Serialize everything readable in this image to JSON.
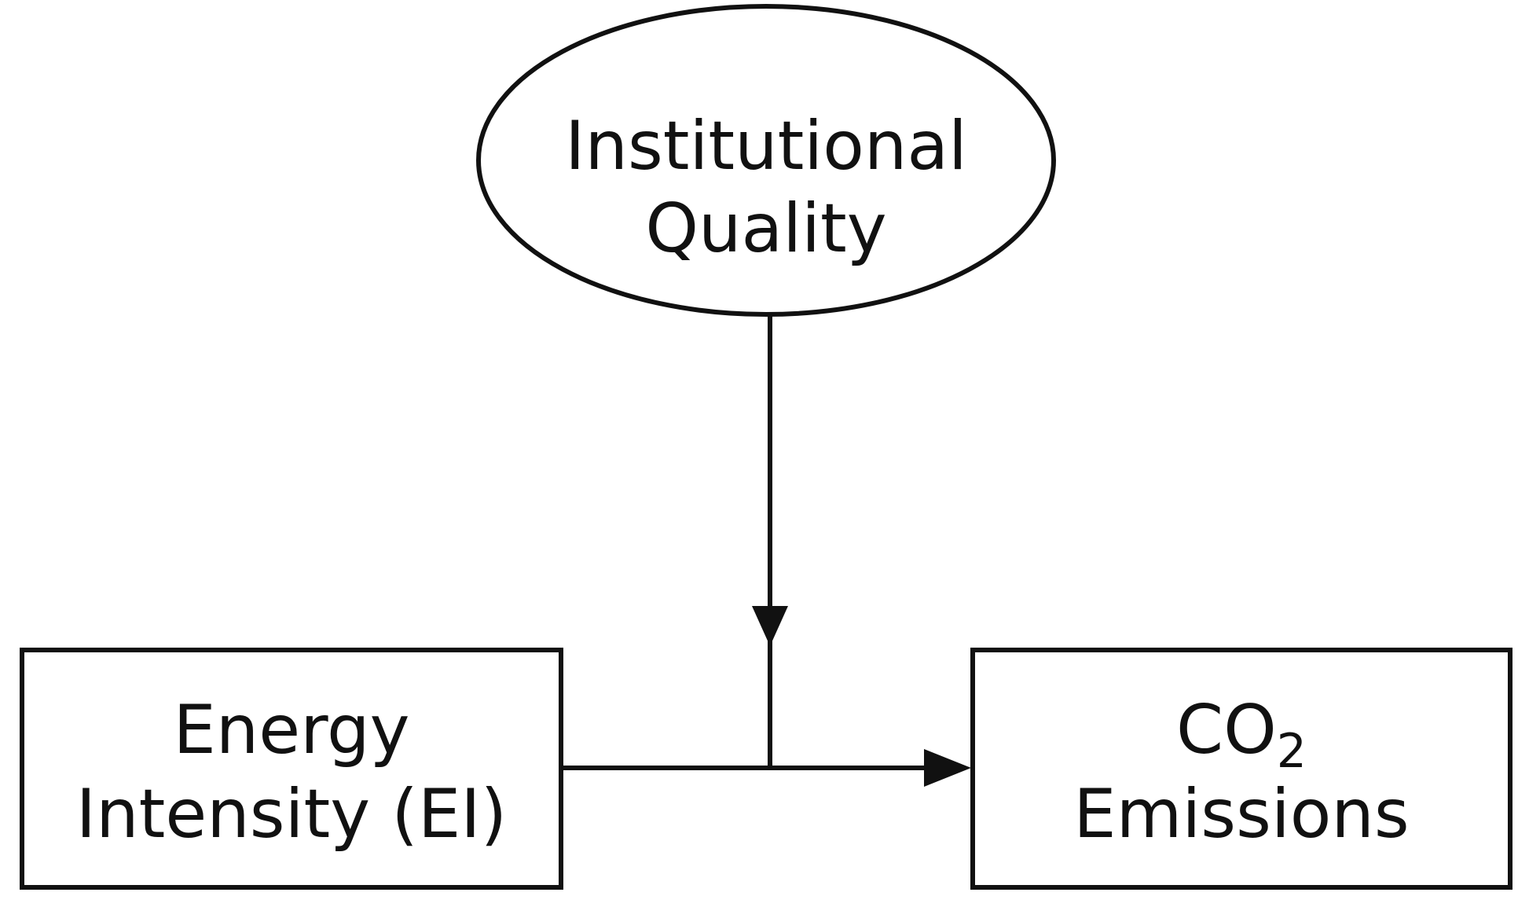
{
  "nodes": {
    "moderator": {
      "line1": "Institutional",
      "line2": "Quality"
    },
    "predictor": {
      "line1": "Energy",
      "line2": "Intensity (EI)"
    },
    "outcome": {
      "line1_main": "CO",
      "line1_sub": "2",
      "line2": "Emissions"
    }
  },
  "colors": {
    "stroke": "#111111",
    "background": "#ffffff"
  }
}
